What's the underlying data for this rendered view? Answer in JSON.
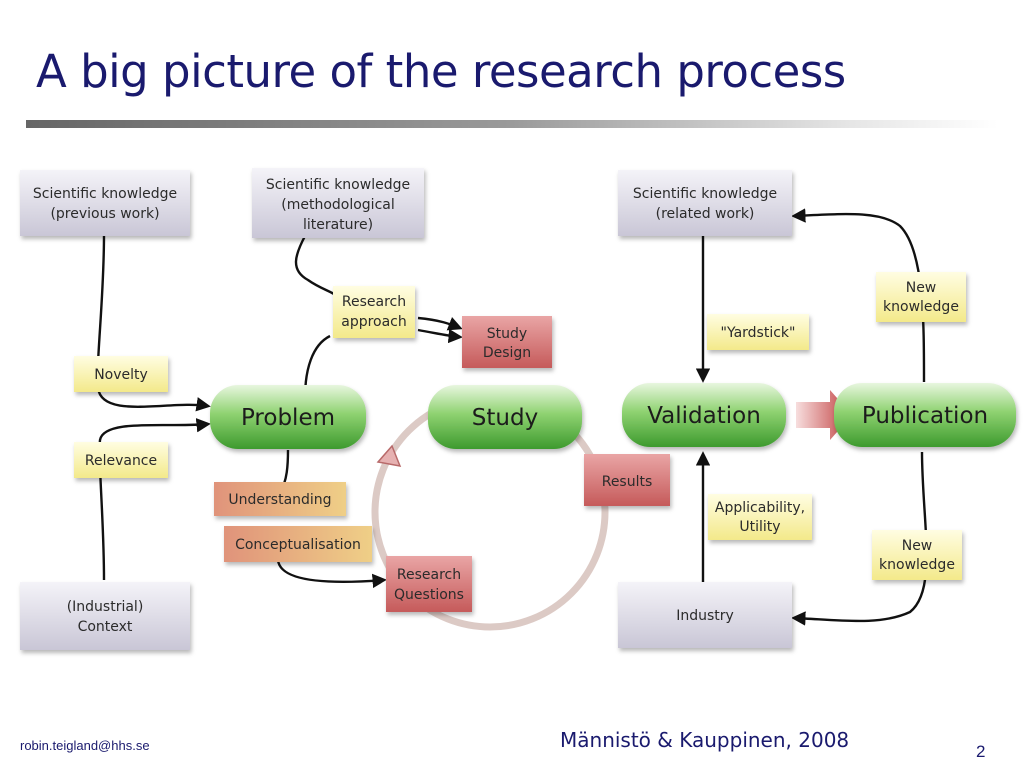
{
  "slide": {
    "title": "A big picture of the research process",
    "email": "robin.teigland@hhs.se",
    "citation": "Männistö & Kauppinen, 2008",
    "page_number": "2"
  },
  "diagram": {
    "sources": {
      "sci_prev": [
        "Scientific knowledge",
        "(previous work)"
      ],
      "sci_method": [
        "Scientific knowledge",
        "(methodological",
        "literature)"
      ],
      "sci_related": [
        "Scientific knowledge",
        "(related work)"
      ],
      "industrial": [
        "(Industrial)",
        "Context"
      ],
      "industry": [
        "Industry"
      ]
    },
    "stages": {
      "problem": "Problem",
      "study": "Study",
      "validation": "Validation",
      "publication": "Publication"
    },
    "tags": {
      "novelty": [
        "Novelty"
      ],
      "relevance": [
        "Relevance"
      ],
      "research_approach": [
        "Research",
        "approach"
      ],
      "yardstick": [
        "\"Yardstick\""
      ],
      "applicability": [
        "Applicability,",
        "Utility"
      ],
      "new_knowledge_top": [
        "New",
        "knowledge"
      ],
      "new_knowledge_bottom": [
        "New",
        "knowledge"
      ]
    },
    "cycle": {
      "study_design": [
        "Study",
        "Design"
      ],
      "results": [
        "Results"
      ],
      "research_questions": [
        "Research",
        "Questions"
      ],
      "understanding": [
        "Understanding"
      ],
      "conceptualisation": [
        "Conceptualisation"
      ]
    }
  }
}
